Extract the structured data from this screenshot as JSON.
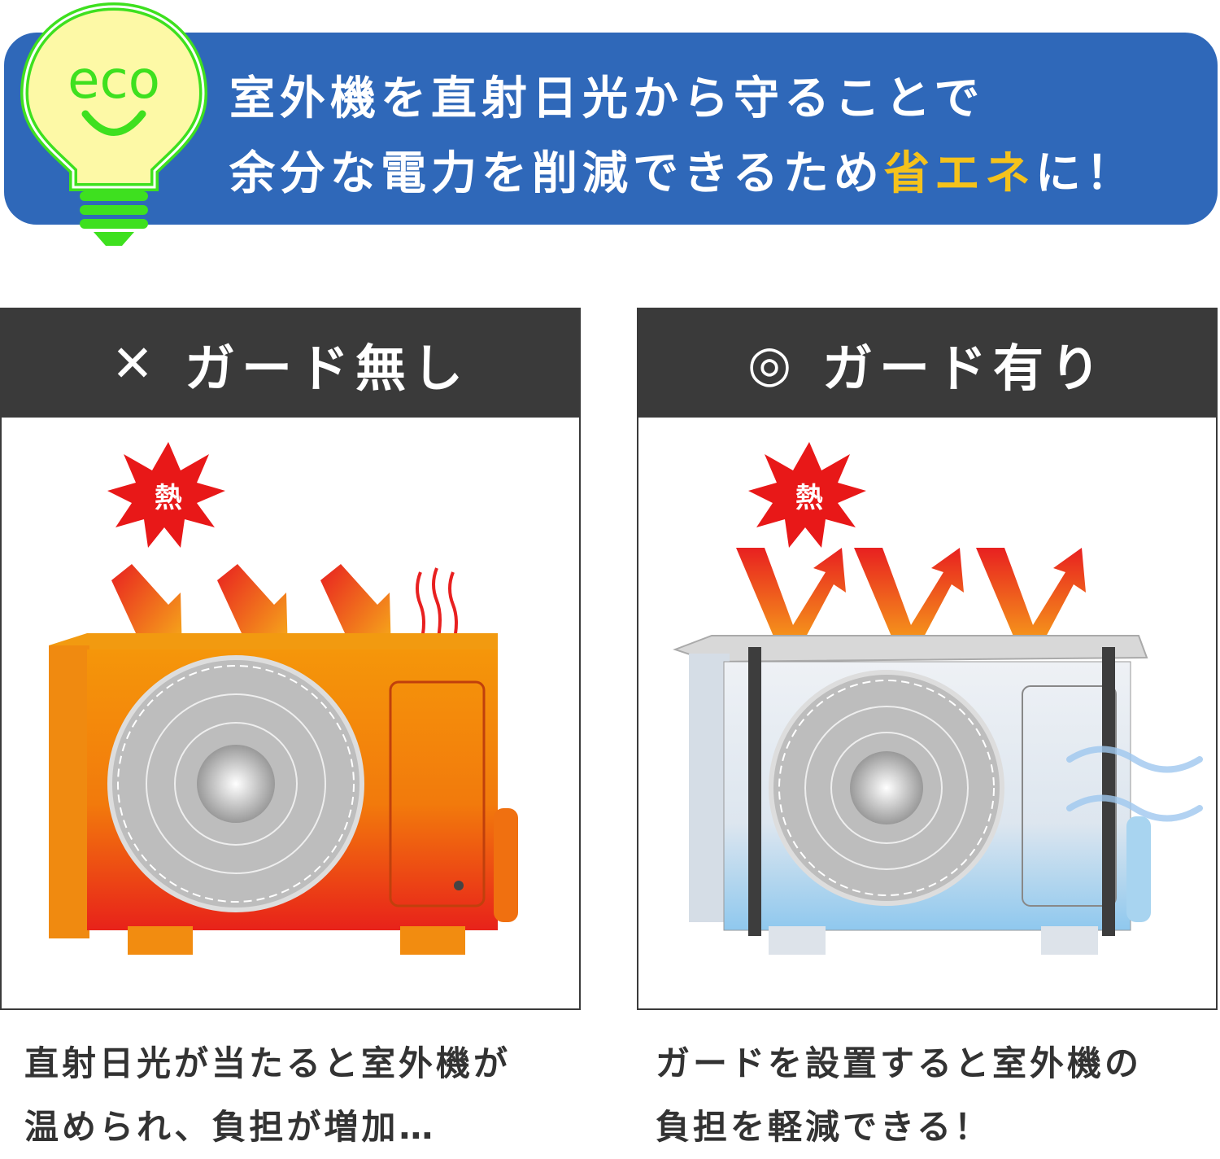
{
  "banner": {
    "logo_text": "eco",
    "line1": "室外機を直射日光から守ることで",
    "line2_before": "余分な電力を削減できるため",
    "line2_highlight": "省エネ",
    "line2_after": "に！"
  },
  "colors": {
    "banner_blue": "#2f68b9",
    "highlight": "#f5c21b",
    "bulb_green": "#3ee01f",
    "header_dark": "#3a3a3a"
  },
  "panels": [
    {
      "mark": "✕",
      "title": "ガード無し",
      "heat_label": "熱",
      "caption_line1": "直射日光が当たると室外機が",
      "caption_line2": "温められ、負担が増加…"
    },
    {
      "mark": "◎",
      "title": "ガード有り",
      "heat_label": "熱",
      "caption_line1": "ガードを設置すると室外機の",
      "caption_line2": "負担を軽減できる！"
    }
  ]
}
